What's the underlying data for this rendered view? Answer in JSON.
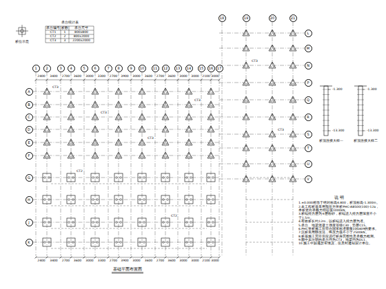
{
  "diagram": {
    "title": "基础平面布置图",
    "nodes": [
      {
        "text": [
          "1"
        ]
      },
      {
        "text": [
          "2"
        ]
      },
      {
        "text": [
          "3"
        ]
      },
      {
        "text": [
          "4"
        ]
      },
      {
        "text": [
          "5"
        ]
      },
      {
        "text": [
          "6"
        ]
      },
      {
        "text": [
          "7"
        ]
      },
      {
        "text": [
          "8"
        ]
      },
      {
        "text": [
          "9"
        ]
      },
      {
        "text": [
          "10"
        ]
      },
      {
        "text": [
          "11"
        ]
      },
      {
        "text": [
          "12"
        ]
      },
      {
        "text": [
          "13"
        ]
      },
      {
        "text": [
          "14"
        ]
      },
      {
        "text": [
          "15"
        ]
      },
      {
        "text": [
          "16"
        ]
      },
      {
        "text": [
          "17"
        ]
      },
      {
        "text": [
          "A"
        ]
      },
      {
        "text": [
          "B"
        ]
      },
      {
        "text": [
          "C"
        ]
      },
      {
        "text": [
          "D"
        ]
      },
      {
        "text": [
          "E"
        ]
      },
      {
        "text": [
          "F"
        ]
      },
      {
        "text": [
          "G"
        ]
      },
      {
        "text": [
          "H"
        ]
      },
      {
        "text": [
          "J"
        ]
      },
      {
        "text": [
          "K"
        ]
      },
      {
        "text": [
          "18"
        ]
      },
      {
        "text": [
          "19"
        ]
      },
      {
        "text": [
          "20"
        ]
      },
      {
        "text": [
          "21"
        ]
      },
      {
        "text": [
          "L"
        ]
      },
      {
        "text": [
          "M"
        ]
      },
      {
        "text": [
          "N"
        ]
      },
      {
        "text": [
          "P"
        ]
      },
      {
        "text": [
          "Q"
        ]
      },
      {
        "text": [
          "R"
        ]
      },
      {
        "text": [
          "S"
        ]
      },
      {
        "text": [
          "T"
        ]
      },
      {
        "text": [
          "U"
        ]
      },
      {
        "text": [
          "V"
        ]
      }
    ],
    "labels": [
      "2400",
      "3400",
      "2700",
      "3600",
      "3000",
      "3300",
      "2700",
      "3900",
      "3000",
      "3600",
      "2700",
      "3600",
      "3000",
      "3000",
      "2100",
      "3000",
      "2400",
      "3400",
      "2700",
      "3600",
      "3000",
      "3300",
      "2700",
      "3900",
      "3000",
      "3600",
      "2700",
      "3600",
      "3000",
      "3000",
      "2100",
      "3000",
      "承台统计表",
      "承台编号",
      "桩数",
      "承台尺寸",
      "CT1",
      "1",
      "800x800",
      "CT2",
      "2",
      "800x2000",
      "CT3",
      "3",
      "2200x2000",
      "桩位示意",
      "-1.300",
      "-13.300",
      "桩顶连接大样一",
      "-1.300",
      "-13.300",
      "桩顶连接大样二",
      "CT3",
      "CT3",
      "CT3",
      "CT3",
      "CT2",
      "CT2",
      "CT3",
      "CT3",
      "说 明",
      "1.±0.000相当于绝对标高4.800，桩顶标高-1.300m。",
      "2.本工程桩基采用预应力管桩PHC-AB500(100)-12a，单桩竖向承载力特征值1000kN。",
      "3.桩端持力层为⑥层粉砂，桩端进入持力层深度不小于1.5m。",
      "4.有效桩长约12m，以桩端进入持力层为准。",
      "5.承台、地梁混凝土强度等级C30，垫层C15。",
      "6.PHC管桩施工应符合国家标准图集10G409的要求。",
      "7.沉桩采用静压法，终压力值不小于2500kN。",
      "8.桩基施工完毕后应进行桩身完整性及承载力检测。",
      "9.图中未注明的承台均为CT3，地梁均为DL1。",
      "10.施工中如遇异常情况，应及时通知设计单位。"
    ]
  }
}
